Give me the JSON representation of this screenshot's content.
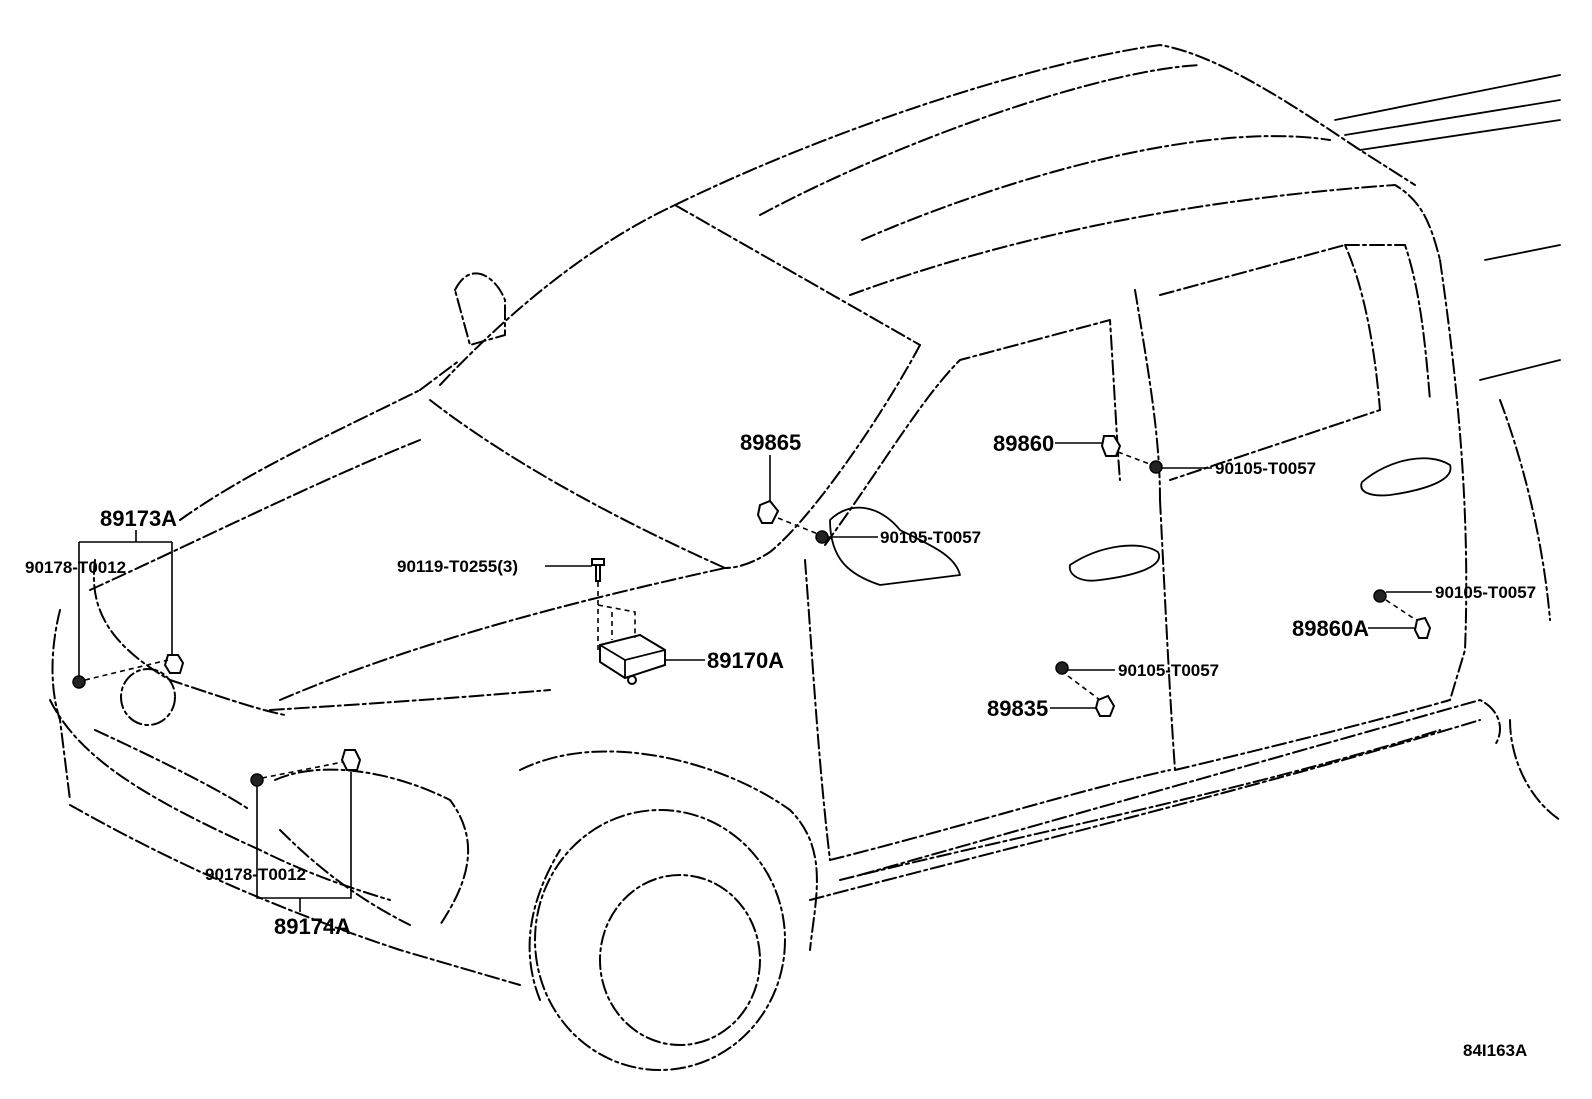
{
  "diagram": {
    "figure_code": "84I163A",
    "labels": {
      "p89173A": "89173A",
      "p90178_top": "90178-T0012",
      "p90119": "90119-T0255(3)",
      "p89170A": "89170A",
      "p89865": "89865",
      "p90105_a": "90105-T0057",
      "p89860": "89860",
      "p90105_b": "90105-T0057",
      "p90105_c": "90105-T0057",
      "p89860A": "89860A",
      "p90105_d": "90105-T0057",
      "p89835": "89835",
      "p90178_bottom": "90178-T0012",
      "p89174A": "89174A"
    }
  }
}
